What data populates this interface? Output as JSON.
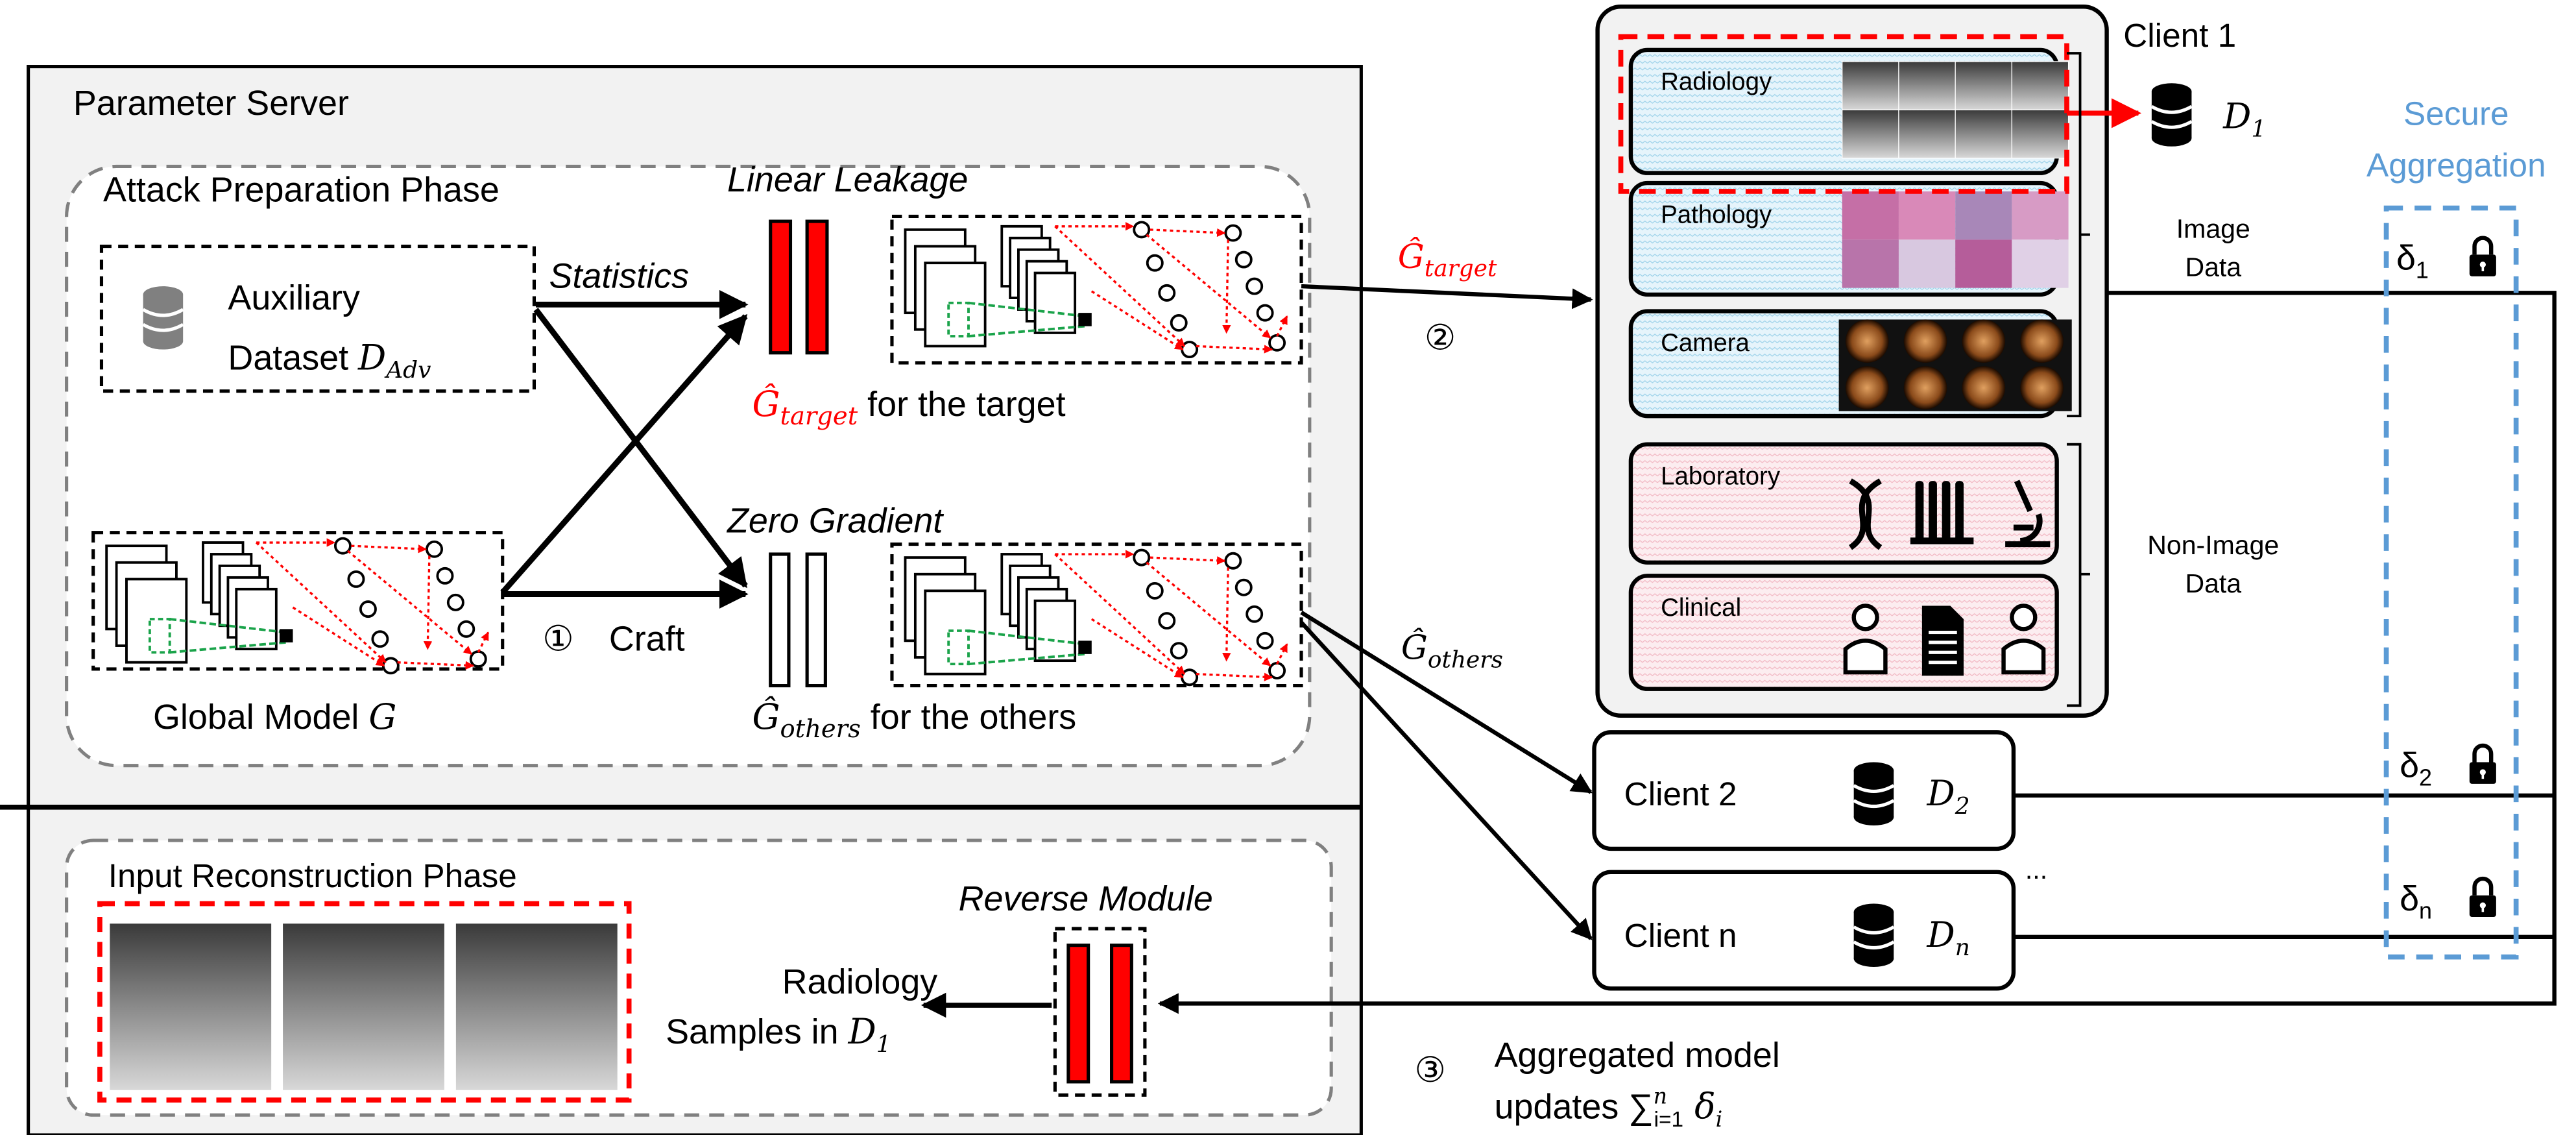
{
  "server": {
    "title": "Parameter Server",
    "attack_phase": {
      "title": "Attack Preparation Phase",
      "aux_line1": "Auxiliary",
      "aux_line2": "Dataset",
      "aux_symbol": "D",
      "aux_sub": "Adv",
      "statistics": "Statistics",
      "linear_leakage": "Linear Leakage",
      "zero_gradient": "Zero Gradient",
      "target_symbol": "Ĝ",
      "target_sub": "target",
      "target_caption": " for the target",
      "others_symbol": "Ĝ",
      "others_sub": "others",
      "others_caption": " for the others",
      "global_model": "Global Model ",
      "global_symbol": "G",
      "step1": "①",
      "craft": "Craft"
    },
    "reconstruction_phase": {
      "title": "Input Reconstruction Phase",
      "reverse_module": "Reverse Module",
      "samples_line1": "Radiology",
      "samples_line2": "Samples in ",
      "samples_symbol": "D",
      "samples_sub": "1"
    }
  },
  "links": {
    "target_symbol": "Ĝ",
    "target_sub": "target",
    "step2": "②",
    "others_symbol": "Ĝ",
    "others_sub": "others",
    "step3": "③",
    "aggregated_line1": "Aggregated model",
    "aggregated_line2": "updates ∑",
    "aggregated_sup": "n",
    "aggregated_sub": "i=1",
    "aggregated_delta": " δ",
    "aggregated_delta_sub": "i"
  },
  "client1": {
    "title": "Client 1",
    "dataset_symbol": "D",
    "dataset_sub": "1",
    "image_data_line1": "Image",
    "image_data_line2": "Data",
    "non_image_line1": "Non-Image",
    "non_image_line2": "Data",
    "modalities": [
      {
        "label": "Radiology",
        "kind": "image"
      },
      {
        "label": "Pathology",
        "kind": "image"
      },
      {
        "label": "Camera",
        "kind": "image"
      },
      {
        "label": "Laboratory",
        "kind": "non-image"
      },
      {
        "label": "Clinical",
        "kind": "non-image"
      }
    ]
  },
  "client2": {
    "title": "Client 2",
    "dataset_symbol": "D",
    "dataset_sub": "2"
  },
  "clientn": {
    "title": "Client n",
    "dataset_symbol": "D",
    "dataset_sub": "n"
  },
  "ellipsis": "...",
  "secure_aggregation": {
    "line1": "Secure",
    "line2": "Aggregation",
    "deltas": [
      {
        "symbol": "δ",
        "sub": "1"
      },
      {
        "symbol": "δ",
        "sub": "2"
      },
      {
        "symbol": "δ",
        "sub": "n"
      }
    ]
  },
  "colors": {
    "attack_red": "#ff0000",
    "secure_blue": "#5b9bd5",
    "receptive_green": "#1aa34a",
    "panel_gray": "#f2f2f2",
    "dashed_gray": "#808080",
    "image_fill": "#dff1fb",
    "nonimage_fill": "#fbe9ec"
  }
}
